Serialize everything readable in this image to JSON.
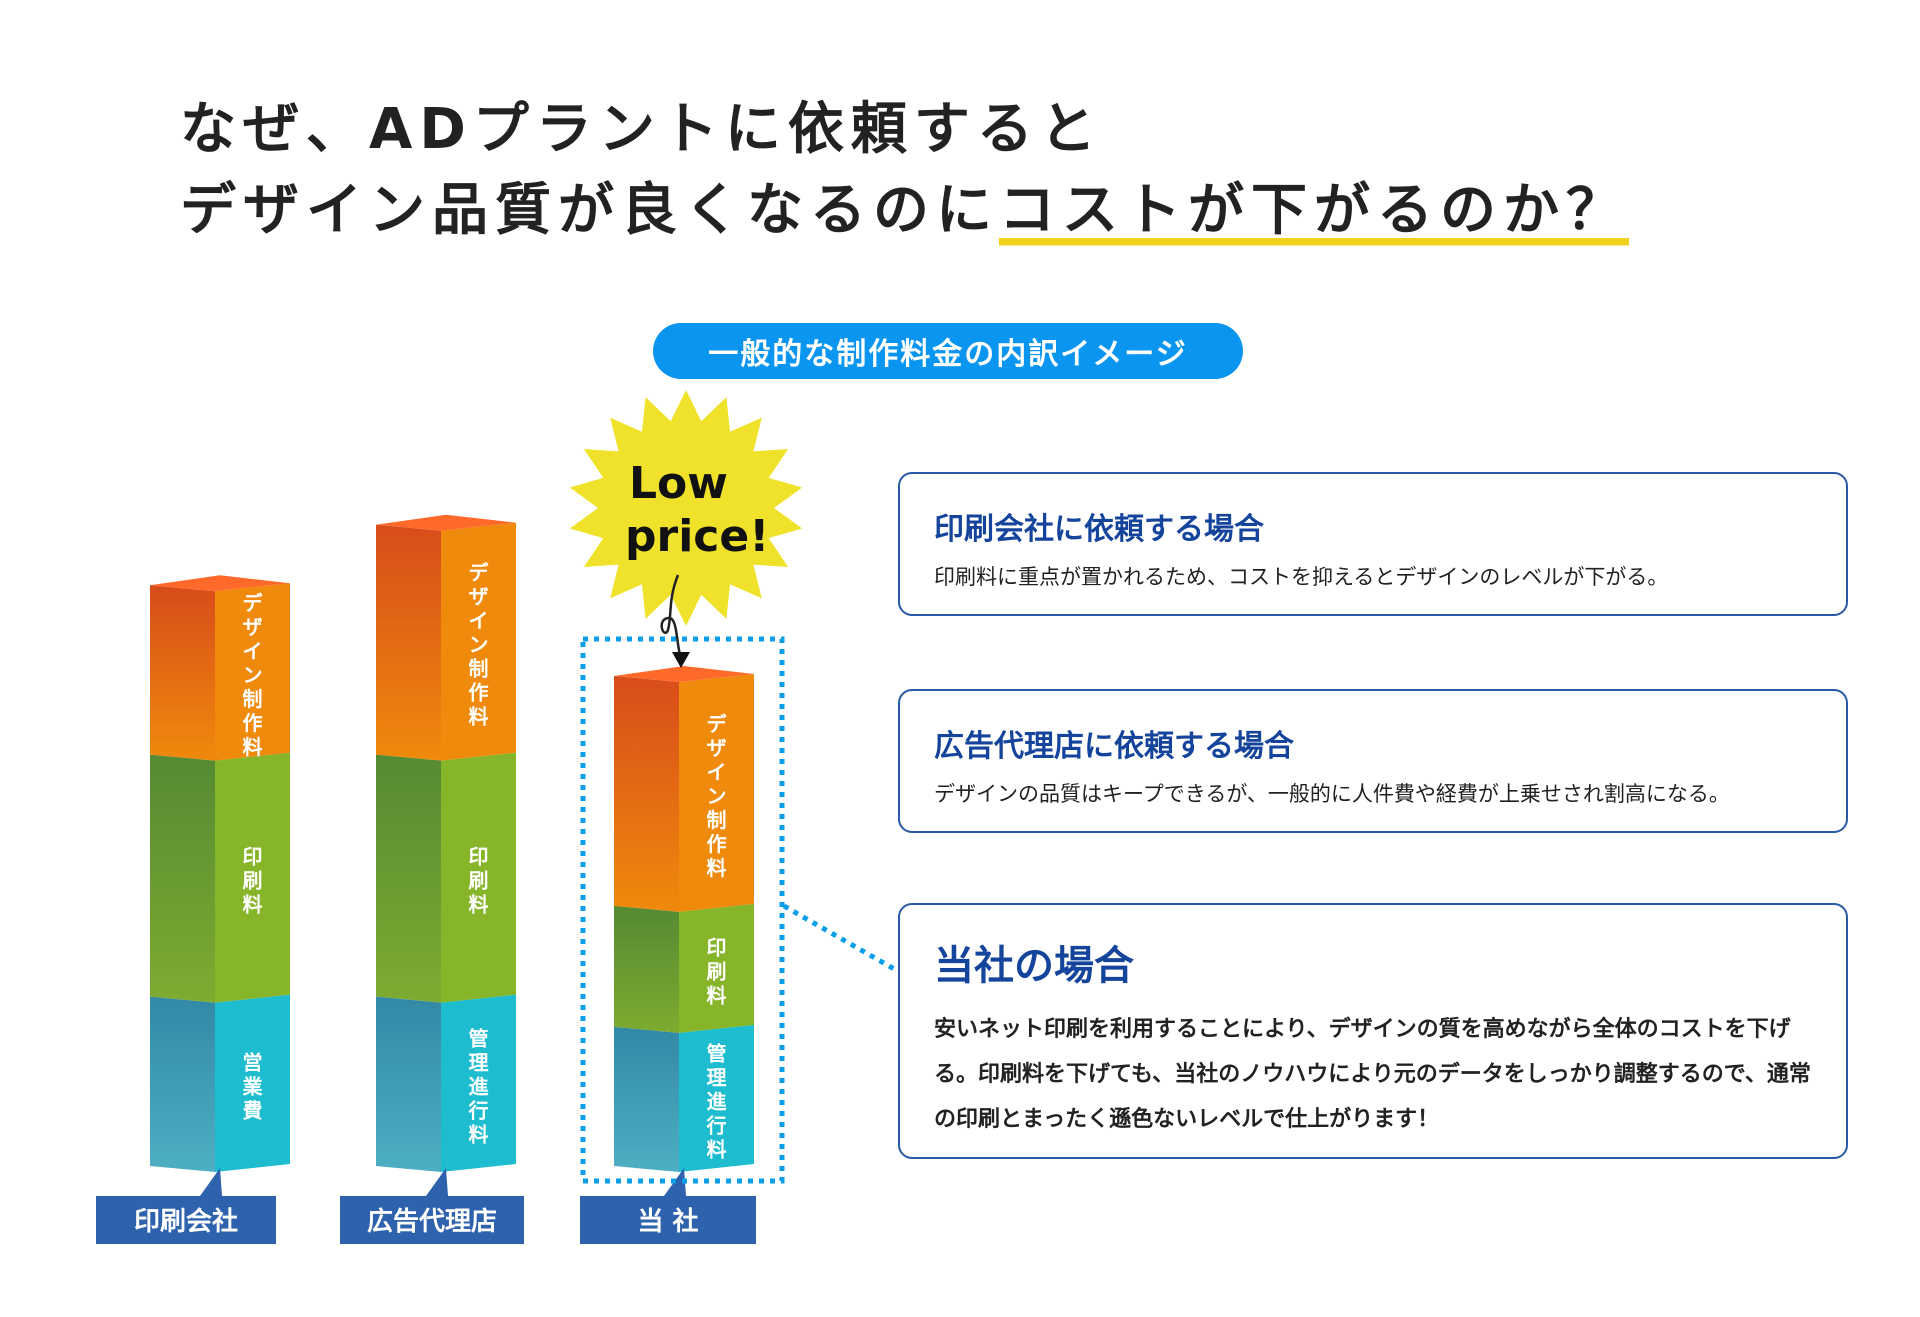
{
  "headline": {
    "line1": "なぜ、ADプラントに依頼すると",
    "line2_prefix": "デザイン品質が良くなるのに",
    "line2_highlight": "コストが下がるのか？"
  },
  "section_pill": "一般的な制作料金の内訳イメージ",
  "badge": {
    "line1": "Low",
    "line2": "price!"
  },
  "colors": {
    "design": "#ef8a0c",
    "printing": "#86b52a",
    "management": "#1dbccf",
    "label_bg": "#2e62ad",
    "card_border": "#2a5aa5",
    "title_blue": "#14449b",
    "pill": "#0a96f0",
    "badge_yellow": "#f0e22a",
    "highlight_yellow": "#f2d21f"
  },
  "chart_data": {
    "type": "bar",
    "stacked": true,
    "categories": [
      "印刷会社",
      "広告代理店",
      "当 社"
    ],
    "series": [
      {
        "name": "デザイン制作料",
        "values": [
          1.4,
          1.9,
          1.9
        ],
        "segment_labels": [
          "デザイン制作料",
          "デザイン制作料",
          "デザイン制作料"
        ]
      },
      {
        "name": "印刷料",
        "values": [
          2.0,
          2.0,
          1.0
        ],
        "segment_labels": [
          "印刷料",
          "印刷料",
          "印刷料"
        ]
      },
      {
        "name": "営業費/管理進行料",
        "values": [
          1.4,
          1.4,
          1.15
        ],
        "segment_labels": [
          "営業費",
          "管理進行料",
          "管理進行料"
        ]
      }
    ]
  },
  "cards": [
    {
      "title": "印刷会社に依頼する場合",
      "body": "印刷料に重点が置かれるため、コストを抑えるとデザインのレベルが下がる。"
    },
    {
      "title": "広告代理店に依頼する場合",
      "body": "デザインの品質はキープできるが、一般的に人件費や経費が上乗せされ割高になる。"
    },
    {
      "title": "当社の場合",
      "body": "安いネット印刷を利用することにより、デザインの質を高めながら全体のコストを下げる。印刷料を下げても、当社のノウハウにより元のデータをしっかり調整するので、通常の印刷とまったく遜色ないレベルで仕上がります！"
    }
  ]
}
